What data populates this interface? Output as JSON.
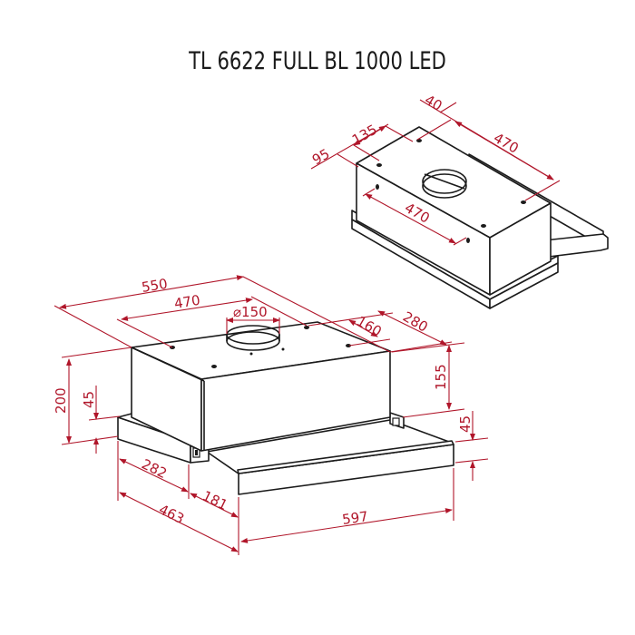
{
  "title": "TL 6622 FULL BL 1000 LED",
  "colors": {
    "outline": "#1b1b1b",
    "dimension": "#b0162a",
    "background": "#ffffff"
  },
  "top_view": {
    "dimensions": {
      "d95": "95",
      "d135": "135",
      "d40": "40",
      "d470_top": "470",
      "d470_side": "470"
    }
  },
  "main_view": {
    "dimensions": {
      "d550": "550",
      "d470": "470",
      "d150": "⌀150",
      "d160": "160",
      "d280": "280",
      "d200": "200",
      "d45_left": "45",
      "d155": "155",
      "d45_right": "45",
      "d282": "282",
      "d181": "181",
      "d463": "463",
      "d597": "597"
    }
  }
}
